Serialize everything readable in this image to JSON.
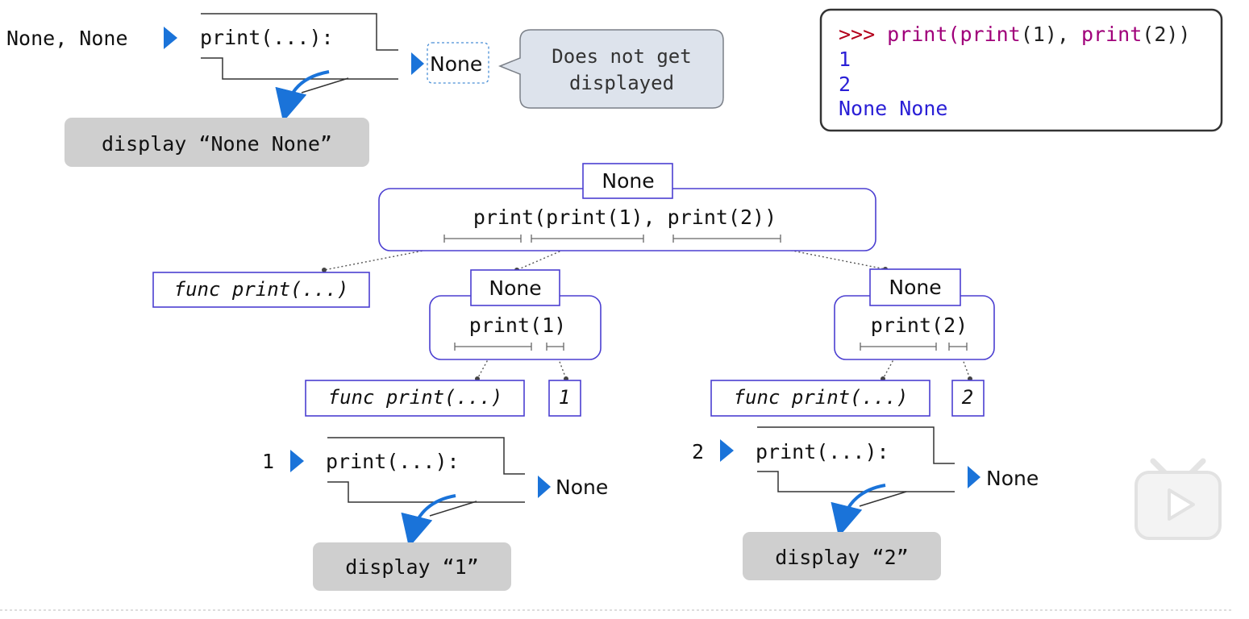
{
  "top_call": {
    "args_label": "None, None",
    "signature": "print(...):",
    "return_label": "None",
    "callout": [
      "Does not get",
      "displayed"
    ],
    "display": "display “None None”"
  },
  "terminal": {
    "prompt": ">>>",
    "command_parts": [
      "print(",
      "print",
      "(1), ",
      "print",
      "(2))"
    ],
    "output": [
      "1",
      "2",
      "None None"
    ]
  },
  "tree": {
    "root": {
      "value": "None",
      "expr": "print(print(1), print(2))",
      "operator": "func print(...)"
    },
    "left": {
      "value": "None",
      "expr": "print(1)",
      "operator": "func print(...)",
      "operand": "1"
    },
    "right": {
      "value": "None",
      "expr": "print(2)",
      "operator": "func print(...)",
      "operand": "2"
    }
  },
  "call_left": {
    "args_label": "1",
    "signature": "print(...):",
    "return_label": "None",
    "display": "display “1”"
  },
  "call_right": {
    "args_label": "2",
    "signature": "print(...):",
    "return_label": "None",
    "display": "display “2”"
  },
  "colors": {
    "accent_blue": "#1a73d9",
    "box_purple": "#4b3fd1",
    "prompt_red": "#b3001b",
    "func_magenta": "#a0007a",
    "output_blue": "#2a1fd6",
    "display_gray": "#cfcfcf",
    "callout_fill": "#dde3ec"
  },
  "icons": {
    "arrow": "triangle-play-icon",
    "curved": "curved-down-arrow-icon",
    "watermark": "bilibili-tv-icon"
  }
}
